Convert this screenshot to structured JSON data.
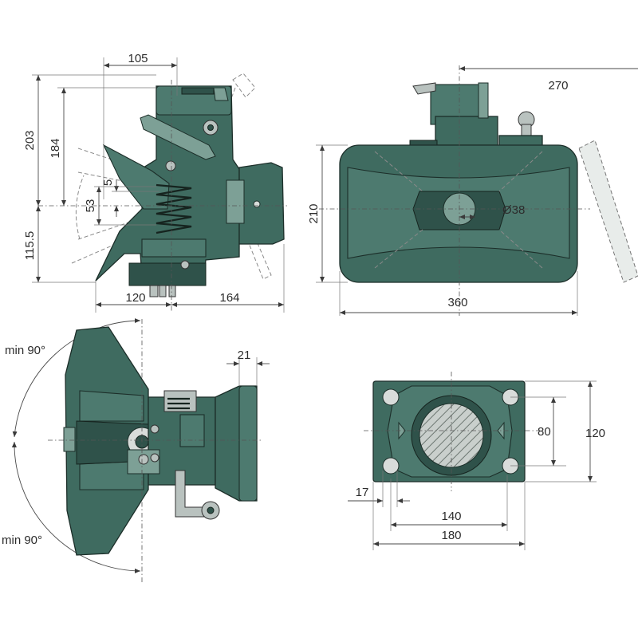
{
  "dimensions": {
    "side_view": {
      "top_width": "105",
      "height_total": "203",
      "height_upper": "184",
      "offset_small": "5",
      "offset_mid": "53",
      "height_lower": "115.5",
      "base_left": "120",
      "base_right": "164"
    },
    "top_view": {
      "overall_length": "270",
      "height": "210",
      "bore_diameter": "Ø38",
      "width": "360"
    },
    "front_view": {
      "swing_up": "min 90°",
      "swing_down": "min 90°",
      "flange_thickness": "21"
    },
    "flange_plate": {
      "bolt_spacing_v": "80",
      "plate_height": "120",
      "hole_edge": "17",
      "bolt_spacing_h": "140",
      "plate_width": "180"
    }
  },
  "colors": {
    "body": "#3f6b60",
    "body_light": "#7da096",
    "outline": "#1c2e29",
    "dimension_line": "#4a4a4a"
  }
}
